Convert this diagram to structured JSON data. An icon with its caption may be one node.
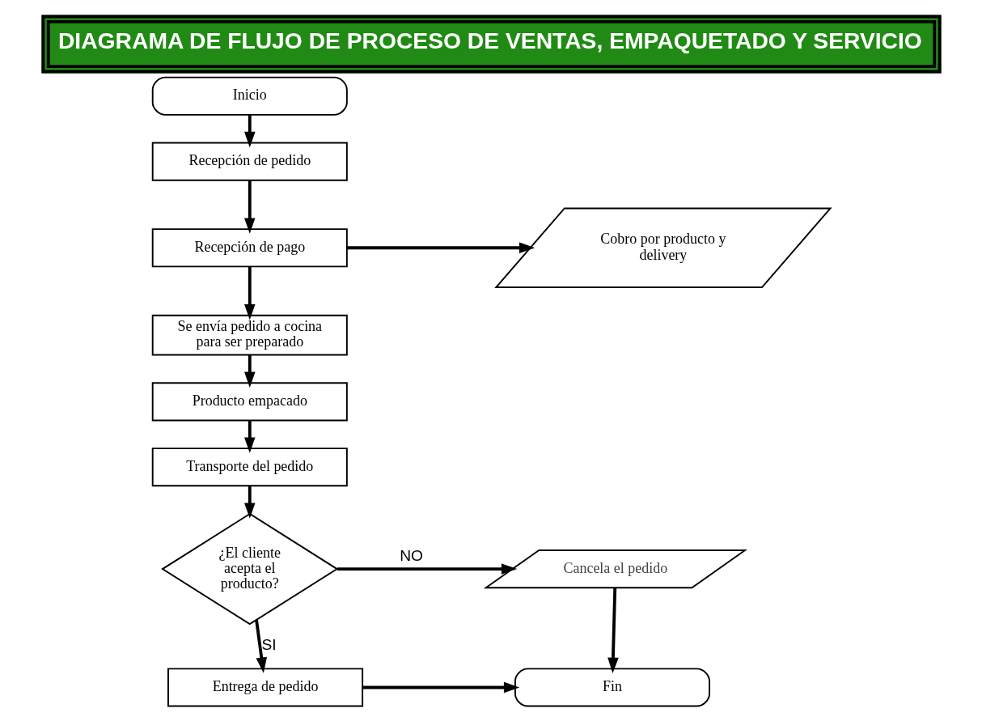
{
  "diagram": {
    "title": "DIAGRAMA DE FLUJO DE PROCESO DE VENTAS, EMPAQUETADO Y SERVICIO",
    "nodes": [
      {
        "text": [
          "Inicio"
        ]
      },
      {
        "text": [
          "Recepción de pedido"
        ]
      },
      {
        "text": [
          "Recepción de pago"
        ]
      },
      {
        "text": [
          "Cobro por producto y delivery"
        ]
      },
      {
        "text": [
          "Se envía pedido a cocina para ser preparado"
        ]
      },
      {
        "text": [
          "Producto empacado"
        ]
      },
      {
        "text": [
          "Transporte del pedido"
        ]
      },
      {
        "text": [
          "¿El cliente acepta el producto?"
        ]
      },
      {
        "text": [
          "Cancela el pedido"
        ]
      },
      {
        "text": [
          "Entrega de pedido"
        ]
      },
      {
        "text": [
          "Fin"
        ]
      }
    ],
    "edges": [
      {
        "from": 0,
        "to": 1,
        "arrow": "to"
      },
      {
        "from": 1,
        "to": 2,
        "arrow": "to"
      },
      {
        "from": 2,
        "to": 3,
        "arrow": "to"
      },
      {
        "from": 2,
        "to": 4,
        "arrow": "to"
      },
      {
        "from": 4,
        "to": 5,
        "arrow": "to"
      },
      {
        "from": 5,
        "to": 6,
        "arrow": "to"
      },
      {
        "from": 6,
        "to": 7,
        "arrow": "to"
      },
      {
        "from": 7,
        "to": 8,
        "arrow": "to",
        "label": "NO"
      },
      {
        "from": 7,
        "to": 9,
        "arrow": "to",
        "label": "SI"
      },
      {
        "from": 8,
        "to": 10,
        "arrow": "to"
      },
      {
        "from": 9,
        "to": 10,
        "arrow": "to"
      }
    ]
  }
}
